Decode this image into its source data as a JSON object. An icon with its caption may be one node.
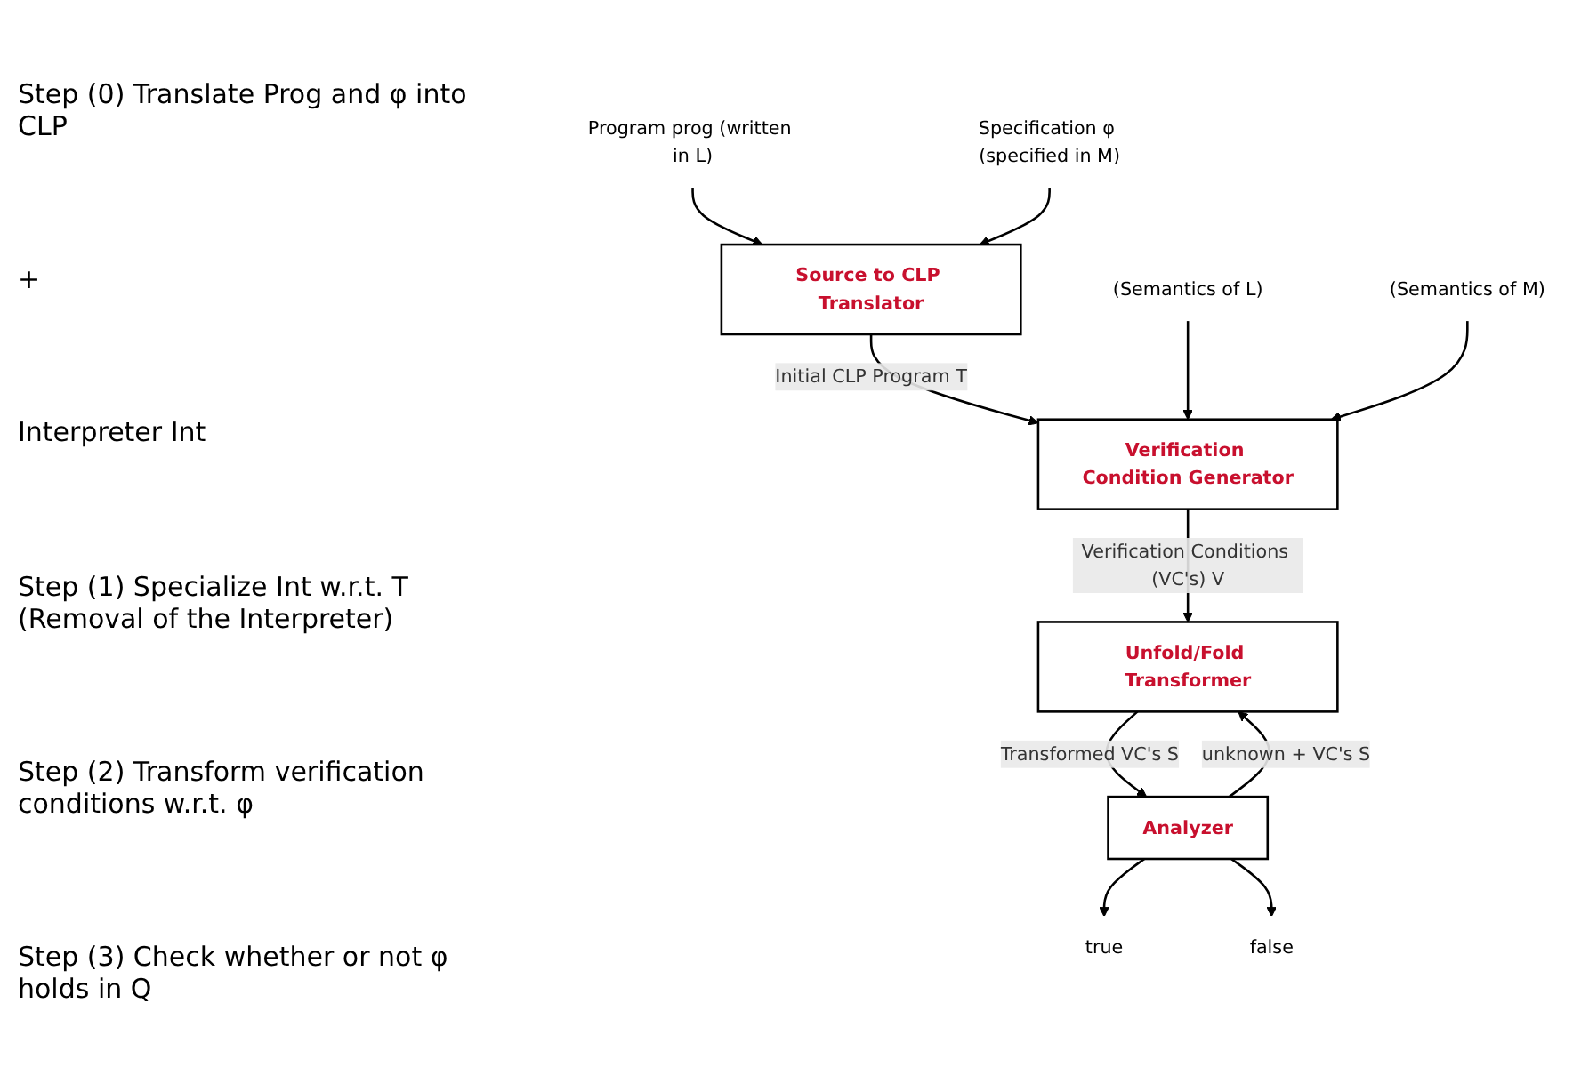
{
  "diagram": {
    "nodes": [
      {
        "text": [
          "Source to CLP Translator"
        ]
      },
      {
        "text": [
          "Verification Condition Generator"
        ]
      },
      {
        "text": [
          "Unfold/Fold Transformer"
        ]
      },
      {
        "text": [
          "Analyzer"
        ]
      },
      {
        "text": [
          "Program prog (written in L)"
        ]
      },
      {
        "text": [
          "Specification φ (specified in M)"
        ]
      },
      {
        "text": [
          "(Semantics of L)"
        ]
      },
      {
        "text": [
          "(Semantics of M)"
        ]
      },
      {
        "text": [
          "true"
        ]
      },
      {
        "text": [
          "false"
        ]
      }
    ],
    "edges": [
      {
        "from": 4,
        "to": 0,
        "arrow": "to"
      },
      {
        "from": 5,
        "to": 0,
        "arrow": "to"
      },
      {
        "from": 0,
        "to": 1,
        "arrow": "to",
        "label": "Initial CLP Program T"
      },
      {
        "from": 6,
        "to": 1,
        "arrow": "to"
      },
      {
        "from": 7,
        "to": 1,
        "arrow": "to"
      },
      {
        "from": 1,
        "to": 2,
        "arrow": "to",
        "label": "Verification Conditions (VC's) V"
      },
      {
        "from": 2,
        "to": 3,
        "arrow": "to",
        "label": "Transformed VC's S"
      },
      {
        "from": 3,
        "to": 2,
        "arrow": "to",
        "label": "unknown + VC's S"
      },
      {
        "from": 3,
        "to": 8,
        "arrow": "to"
      },
      {
        "from": 3,
        "to": 9,
        "arrow": "to"
      }
    ],
    "labels": [
      "Step (0) Translate Prog and φ into CLP",
      "+",
      "Interpreter Int",
      "Step (1) Specialize Int w.r.t. T (Removal of the Interpreter)",
      "Step (2) Transform verification conditions w.r.t. φ",
      "Step (3) Check whether or not φ holds in Q"
    ]
  }
}
